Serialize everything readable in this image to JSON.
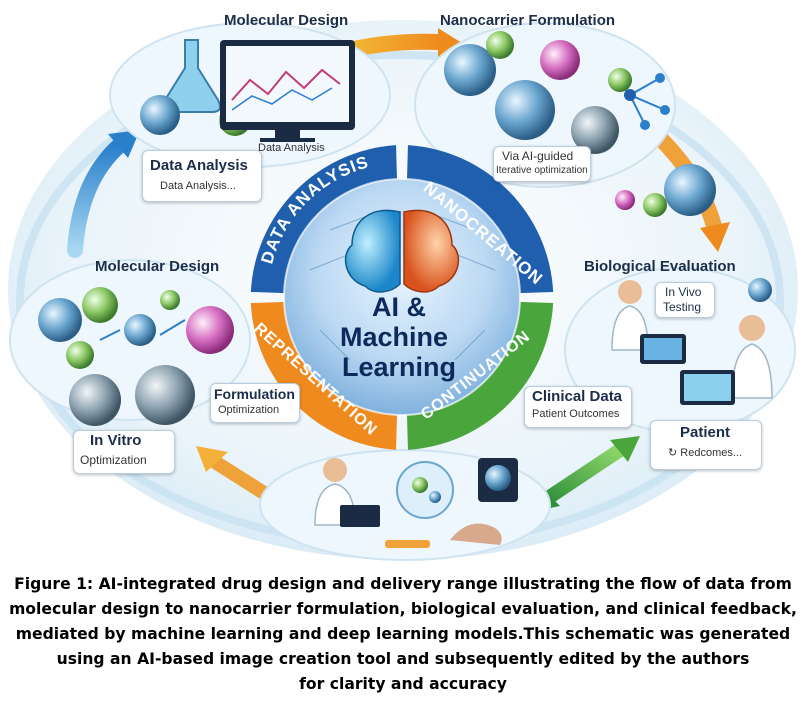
{
  "colors": {
    "blue": "#1f5fae",
    "teal": "#2a8fbf",
    "orange": "#ef8a1e",
    "green": "#4aa63c",
    "navy": "#0d2a5c",
    "background": "#eaf4fa"
  },
  "diagram": {
    "center": {
      "line1": "AI &",
      "line2": "Machine",
      "line3": "Learning"
    },
    "ring": {
      "top_left": "DATA ANALYSIS",
      "top_right": "NANOCREATION",
      "bottom_left": "REPRESENTATION",
      "bottom_right": "CONTINUATION"
    },
    "nodes": {
      "molecular_design_top": "Molecular Design",
      "data_analysis_heading": "Data Analysis",
      "data_analysis_sub": "Data Analysis...",
      "data_analysis_monitor": "Data Analysis",
      "nanocarrier_formulation": "Nanocarrier Formulation",
      "ai_guided_line1": "Via AI-guided",
      "ai_guided_line2": "Iterative optimization",
      "molecular_design_left": "Molecular Design",
      "biological_evaluation": "Biological Evaluation",
      "in_vivo_line1": "In Vivo",
      "in_vivo_line2": "Testing",
      "formulation_line1": "Formulation",
      "formulation_line2": "Optimization",
      "clinical_data": "Clinical Data",
      "patient_outcomes": "Patient Outcomes",
      "in_vitro_line1": "In Vitro",
      "in_vitro_line2": "Optimization",
      "patient": "Patient",
      "redcomes": "↻ Redcomes..."
    }
  },
  "caption": {
    "line1": "Figure 1: AI-integrated drug design and delivery range illustrating the flow of data from",
    "line2": "molecular design to nanocarrier formulation, biological evaluation, and clinical feedback,",
    "line3": "mediated by machine learning and deep learning models.This schematic was generated",
    "line4": "using an AI-based image creation tool and subsequently edited by the authors",
    "line5": "for clarity and accuracy"
  }
}
